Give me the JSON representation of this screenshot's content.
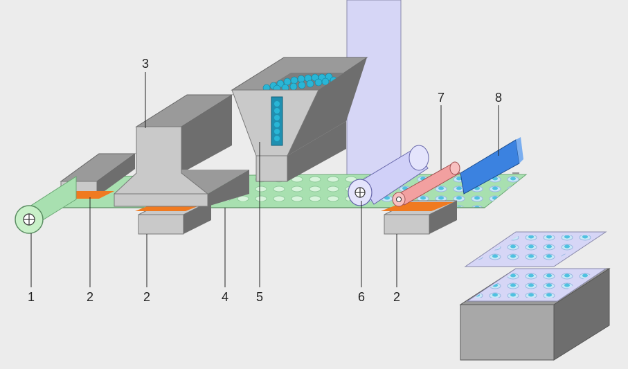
{
  "diagram": {
    "callouts": [
      {
        "id": "c1",
        "text": "1"
      },
      {
        "id": "c2a",
        "text": "2"
      },
      {
        "id": "c2b",
        "text": "2"
      },
      {
        "id": "c3",
        "text": "3"
      },
      {
        "id": "c4",
        "text": "4"
      },
      {
        "id": "c5",
        "text": "5"
      },
      {
        "id": "c6",
        "text": "6"
      },
      {
        "id": "c2c",
        "text": "2"
      },
      {
        "id": "c7",
        "text": "7"
      },
      {
        "id": "c8",
        "text": "8"
      }
    ],
    "colors": {
      "background": "#ececec",
      "machine_gray": "#9a9a9a",
      "machine_light": "#c9c9c9",
      "machine_dark": "#6e6e6e",
      "film_green": "#a8e0b0",
      "film_lilac": "#c8c8f0",
      "heater_orange": "#f07a20",
      "tablets_cyan": "#29b6d6",
      "roller_red": "#f08a8a",
      "blade_blue": "#3b82e0"
    }
  }
}
